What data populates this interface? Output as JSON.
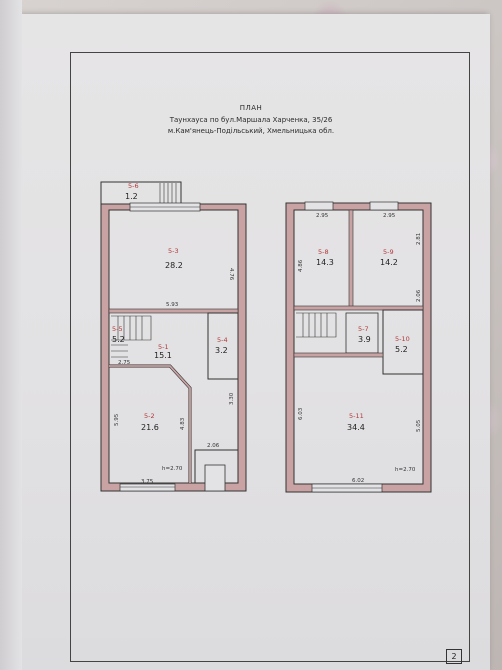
{
  "document": {
    "title": "ПЛАН",
    "subtitle_line1": "Таунхауса по бул.Маршала Харченка, 35/26",
    "subtitle_line2": "м.Кам'янець-Подільський, Хмельницька обл.",
    "page_number": "2"
  },
  "floor1": {
    "balcony": {
      "code": "5-6",
      "area": "1.2"
    },
    "rooms": [
      {
        "code": "5-3",
        "area": "28.2"
      },
      {
        "code": "5-5",
        "area": "5.2"
      },
      {
        "code": "5-1",
        "area": "15.1"
      },
      {
        "code": "5-4",
        "area": "3.2"
      },
      {
        "code": "5-2",
        "area": "21.6"
      }
    ],
    "dims": {
      "d476": "4.76",
      "d593": "5.93",
      "d275": "2.75",
      "d595": "5.95",
      "d483": "4.83",
      "d330": "3.30",
      "d206": "2.06",
      "d375": "3.75",
      "height": "h=2.70"
    }
  },
  "floor2": {
    "rooms": [
      {
        "code": "5-8",
        "area": "14.3"
      },
      {
        "code": "5-9",
        "area": "14.2"
      },
      {
        "code": "5-7",
        "area": "3.9"
      },
      {
        "code": "5-10",
        "area": "5.2"
      },
      {
        "code": "5-11",
        "area": "34.4"
      }
    ],
    "dims": {
      "d295a": "2.95",
      "d295b": "2.95",
      "d486": "4.86",
      "d281": "2.81",
      "d206": "2.06",
      "d603": "6.03",
      "d505": "5.05",
      "d602": "6.02",
      "height": "h=2.70"
    }
  },
  "colors": {
    "wall": "#c9a3a4",
    "wall_line": "#333333",
    "room_code": "#b03a3a",
    "text": "#222222"
  }
}
